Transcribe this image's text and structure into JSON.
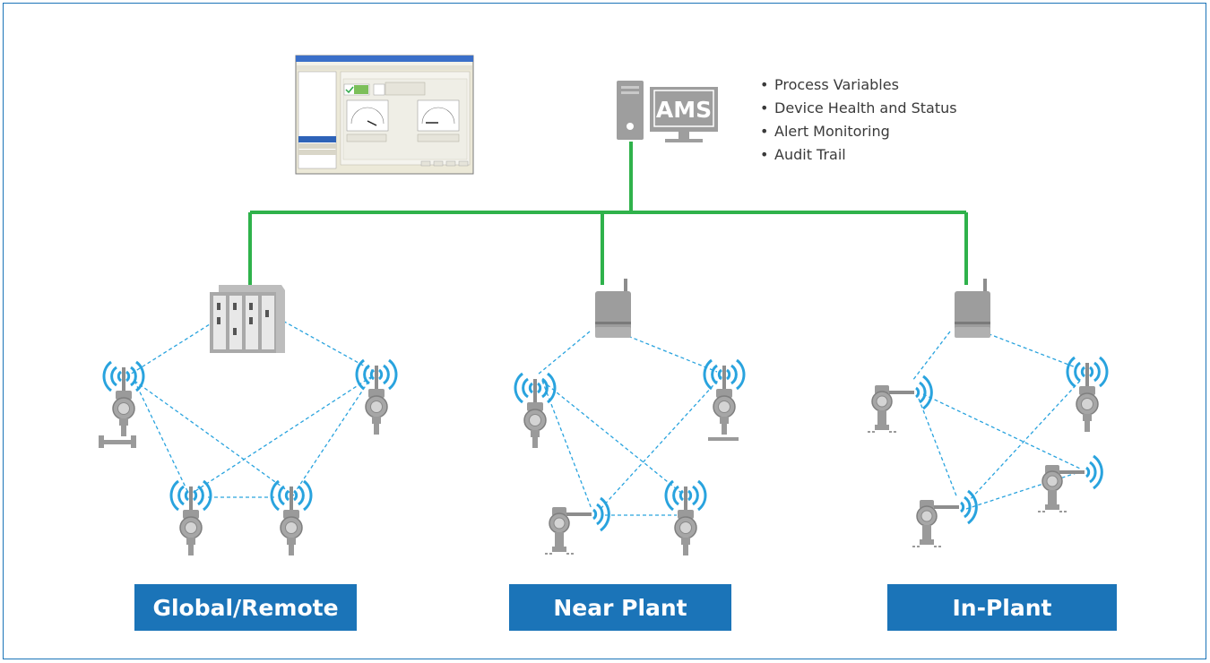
{
  "monitor": {
    "label": "AMS",
    "features": [
      "Process Variables",
      "Device Health and Status",
      "Alert Monitoring",
      "Audit Trail"
    ]
  },
  "networks": [
    {
      "label": "Global/Remote"
    },
    {
      "label": "Near Plant"
    },
    {
      "label": "In-Plant"
    }
  ],
  "colors": {
    "frame": "#1b74b8",
    "link": "#2fb24b",
    "mesh": "#29a3de",
    "device": "#9a9a9a",
    "label_bg": "#1b74b8"
  }
}
